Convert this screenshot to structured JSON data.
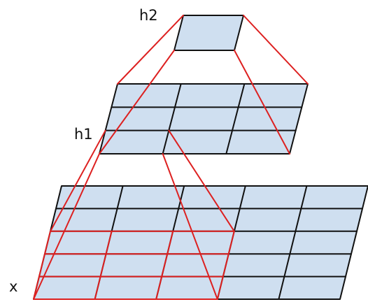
{
  "labels": {
    "h2": "h2",
    "h1": "h1",
    "x": "x"
  },
  "layers": {
    "x": {
      "rows": 5,
      "cols": 5
    },
    "h1": {
      "rows": 3,
      "cols": 3
    },
    "h2": {
      "rows": 1,
      "cols": 1
    }
  },
  "receptive_fields": {
    "h1_highlight": {
      "rows": [
        0,
        2
      ],
      "cols": [
        0,
        2
      ],
      "source_layer": "x"
    },
    "h2_highlight": {
      "rows": [
        0,
        2
      ],
      "cols": [
        0,
        2
      ],
      "source_layer": "h1"
    }
  },
  "colors": {
    "cell_fill": "#cfdff0",
    "grid_line": "#111111",
    "highlight_line": "#dd2020",
    "background": "#ffffff"
  }
}
